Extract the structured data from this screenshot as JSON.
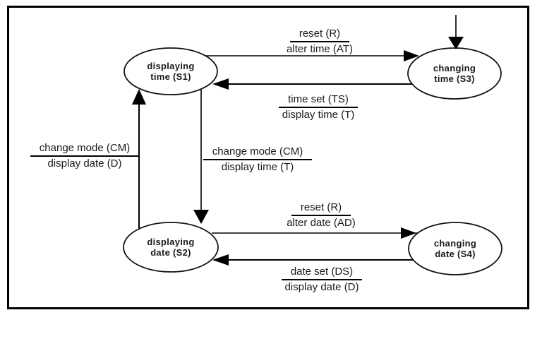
{
  "diagram": {
    "type": "state-transition-diagram",
    "background_color": "#ffffff",
    "line_color": "#000000",
    "initial_state": "S3",
    "states": [
      {
        "id": "S1",
        "name_line1": "displaying",
        "name_line2": "time (S1)"
      },
      {
        "id": "S3",
        "name_line1": "changing",
        "name_line2": "time (S3)"
      },
      {
        "id": "S2",
        "name_line1": "displaying",
        "name_line2": "date (S2)"
      },
      {
        "id": "S4",
        "name_line1": "changing",
        "name_line2": "date (S4)"
      }
    ],
    "transitions": [
      {
        "from": "S1",
        "to": "S3",
        "event": "reset (R)",
        "action": "alter time (AT)"
      },
      {
        "from": "S3",
        "to": "S1",
        "event": "time set (TS)",
        "action": "display time (T)"
      },
      {
        "from": "S2",
        "to": "S1",
        "event": "change mode (CM)",
        "action": "display date (D)"
      },
      {
        "from": "S1",
        "to": "S2",
        "event": "change mode (CM)",
        "action": "display time (T)"
      },
      {
        "from": "S2",
        "to": "S4",
        "event": "reset (R)",
        "action": "alter date (AD)"
      },
      {
        "from": "S4",
        "to": "S2",
        "event": "date set (DS)",
        "action": "display date (D)"
      }
    ]
  }
}
